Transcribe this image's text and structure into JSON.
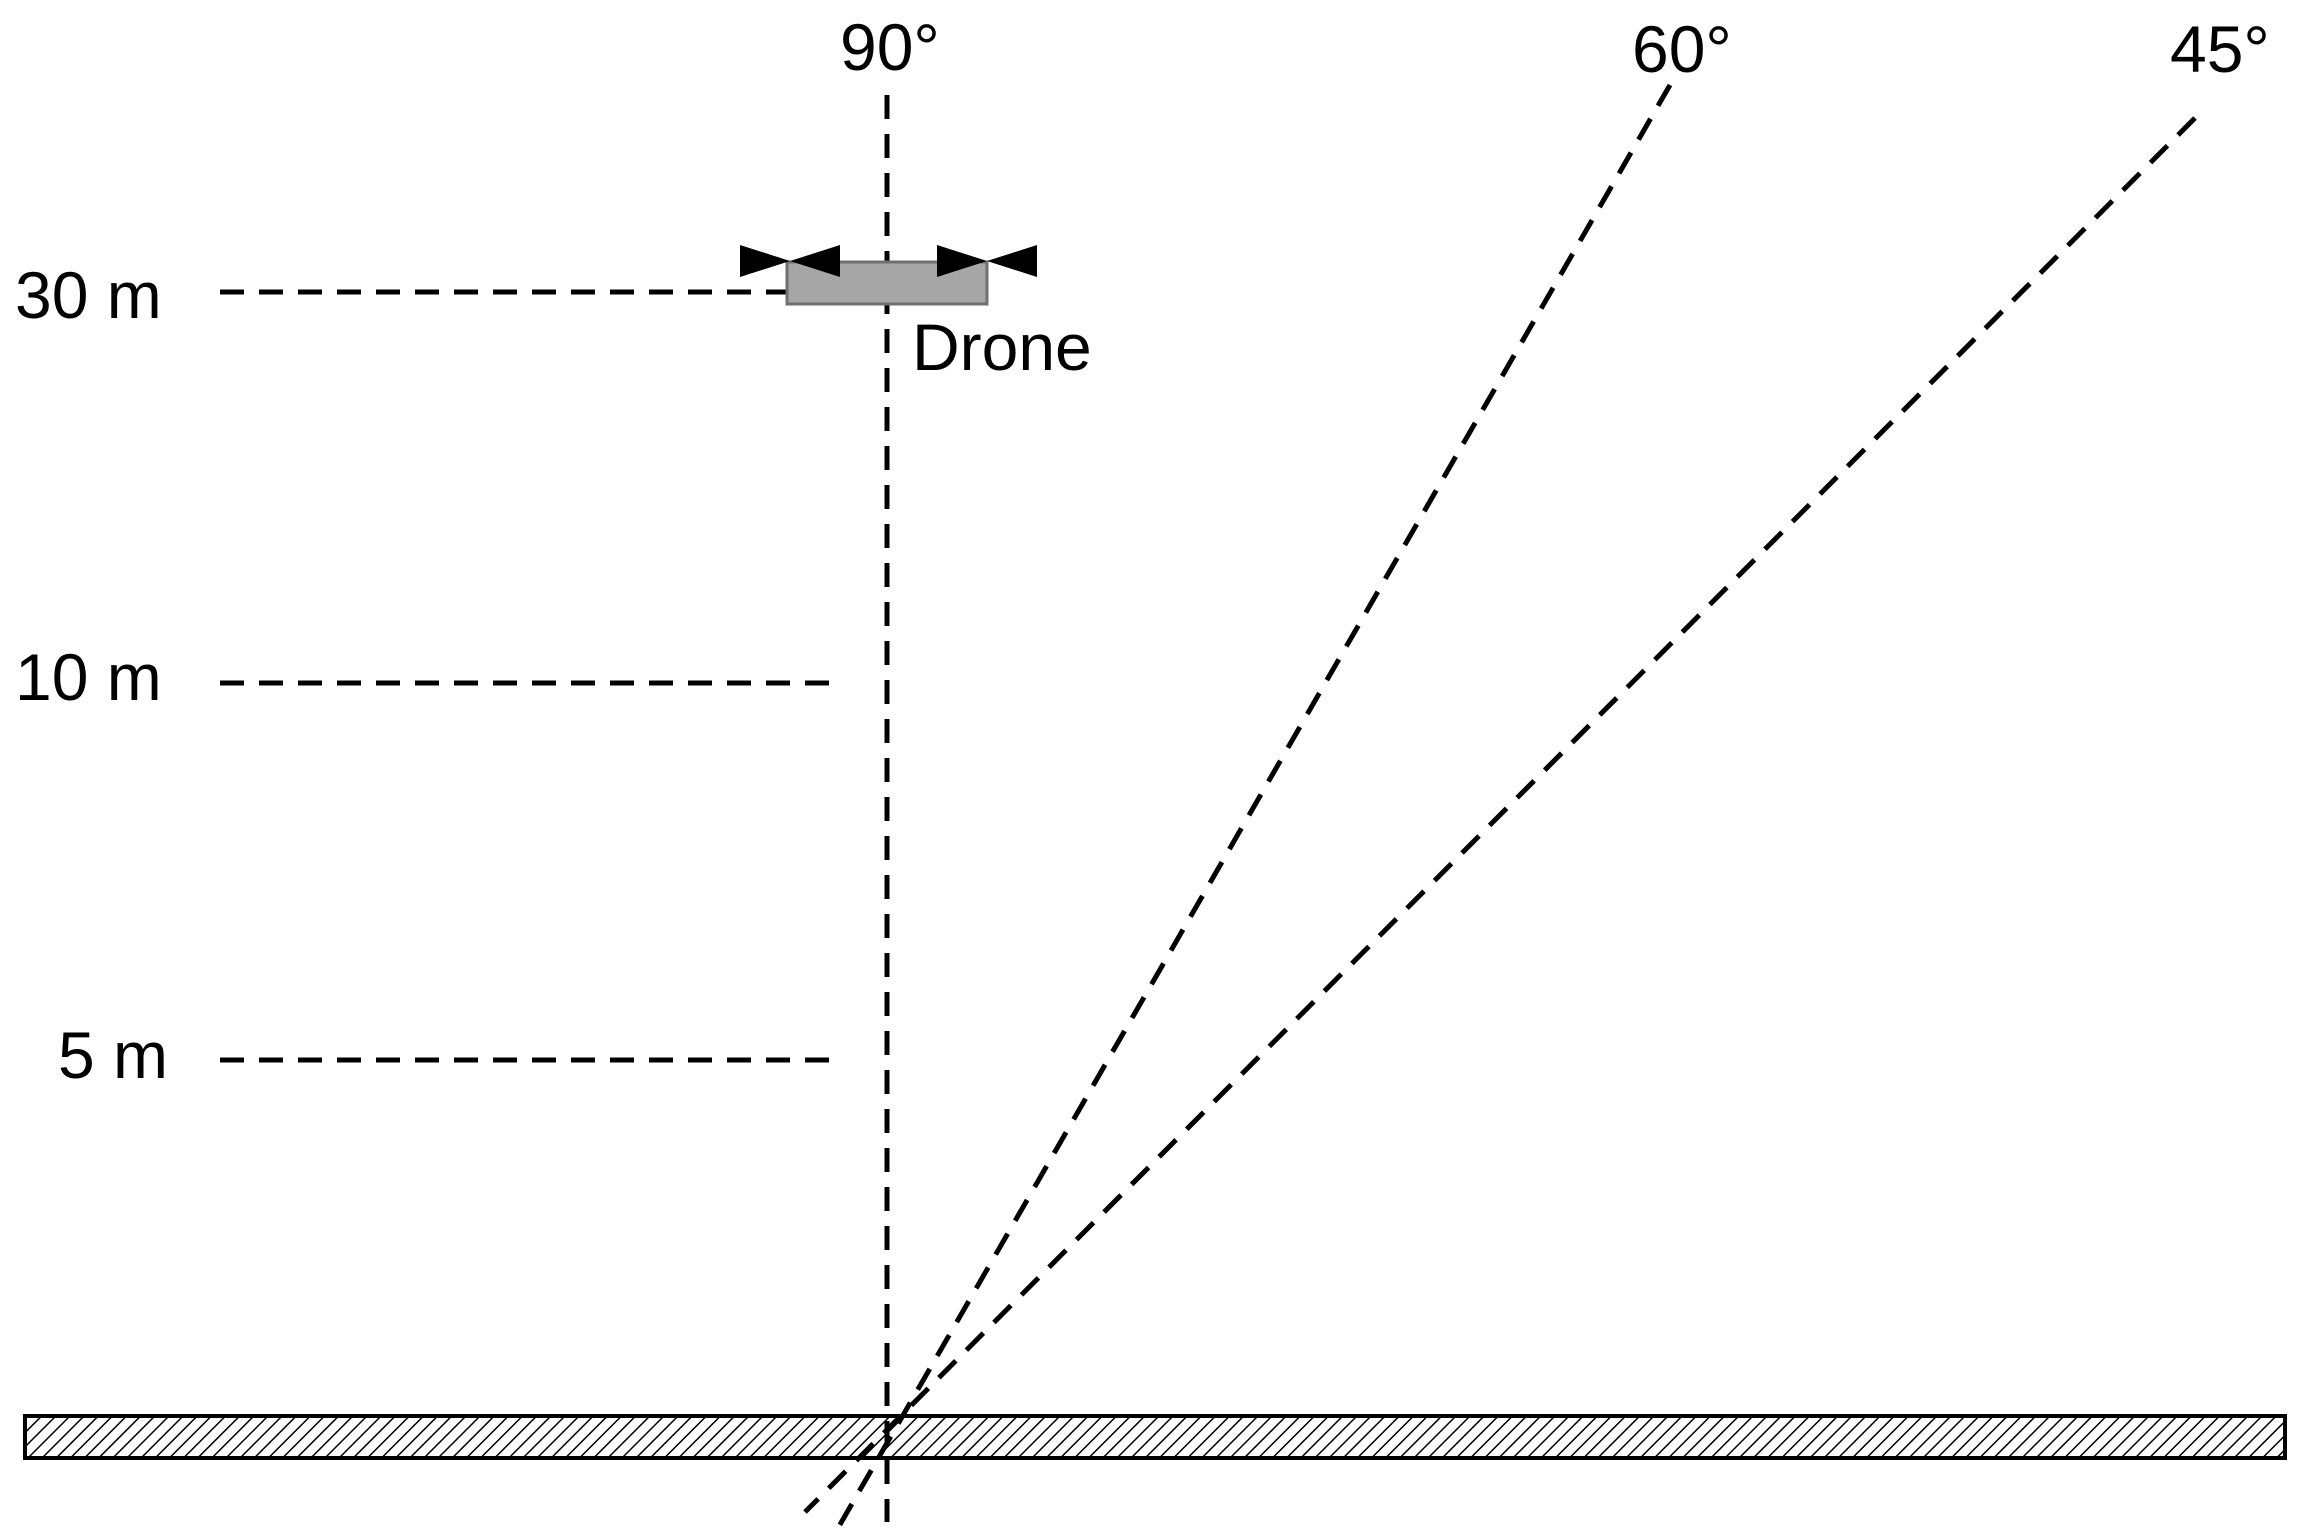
{
  "labels": {
    "height_30": "30 m",
    "height_10": "10 m",
    "height_5": "5 m",
    "angle_90": "90°",
    "angle_60": "60°",
    "angle_45": "45°",
    "drone": "Drone"
  },
  "colors": {
    "lines": "#000000",
    "drone_body": "#a6a6a6",
    "drone_outline": "#707070",
    "ground_hatch": "#000000"
  }
}
